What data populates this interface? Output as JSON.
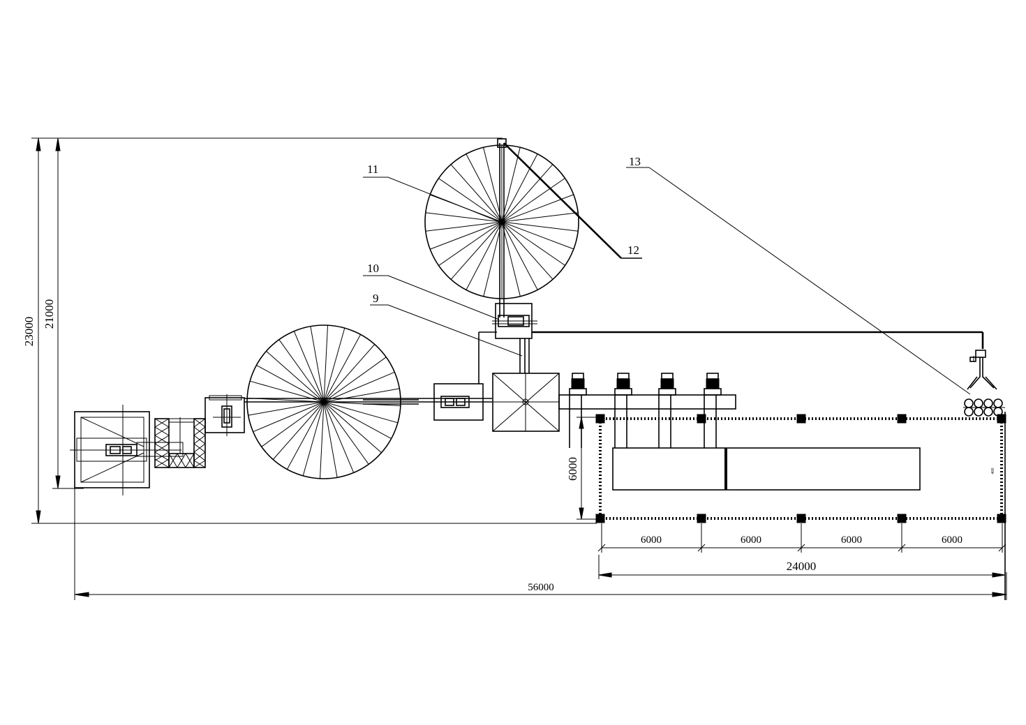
{
  "callouts": {
    "c9": "9",
    "c10": "10",
    "c11": "11",
    "c12": "12",
    "c13": "13"
  },
  "dimensions": {
    "total_length": "56000",
    "height_outer": "23000",
    "height_inner": "21000",
    "hall_width": "6000",
    "hall_length": "24000",
    "bay": [
      "6000",
      "6000",
      "6000",
      "6000"
    ],
    "small_note": "400"
  },
  "colors": {
    "line": "#000000",
    "background": "#ffffff"
  }
}
